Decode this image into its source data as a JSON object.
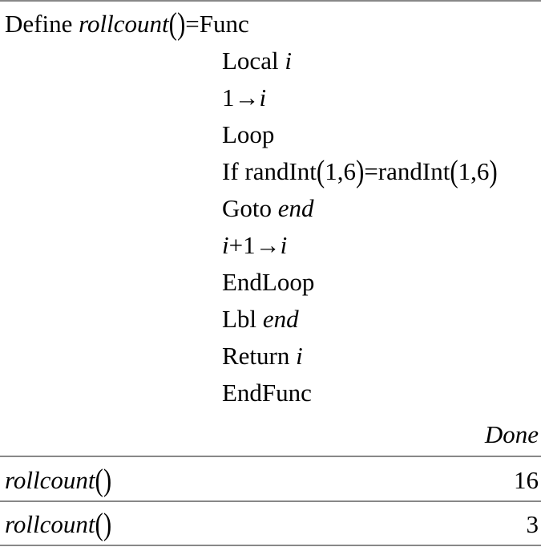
{
  "entries": [
    {
      "define_keyword": "Define",
      "function_name": "rollcount",
      "equals_func": "=Func",
      "body_lines": {
        "local": "Local",
        "local_var": "i",
        "assign1_value": "1",
        "arrow": "→",
        "assign1_var": "i",
        "loop": "Loop",
        "if_prefix": "If randInt",
        "if_args1": "1,6",
        "if_middle": "=randInt",
        "if_args2": "1,6",
        "goto": "Goto",
        "goto_label": "end",
        "incr_var": "i",
        "incr_rest": "+1",
        "incr_target": "i",
        "endloop": "EndLoop",
        "lbl": "Lbl",
        "lbl_label": "end",
        "return": "Return",
        "return_var": "i",
        "endfunc": "EndFunc"
      },
      "result": "Done"
    },
    {
      "expression": "rollcount",
      "result": "16"
    },
    {
      "expression": "rollcount",
      "result": "3"
    }
  ]
}
